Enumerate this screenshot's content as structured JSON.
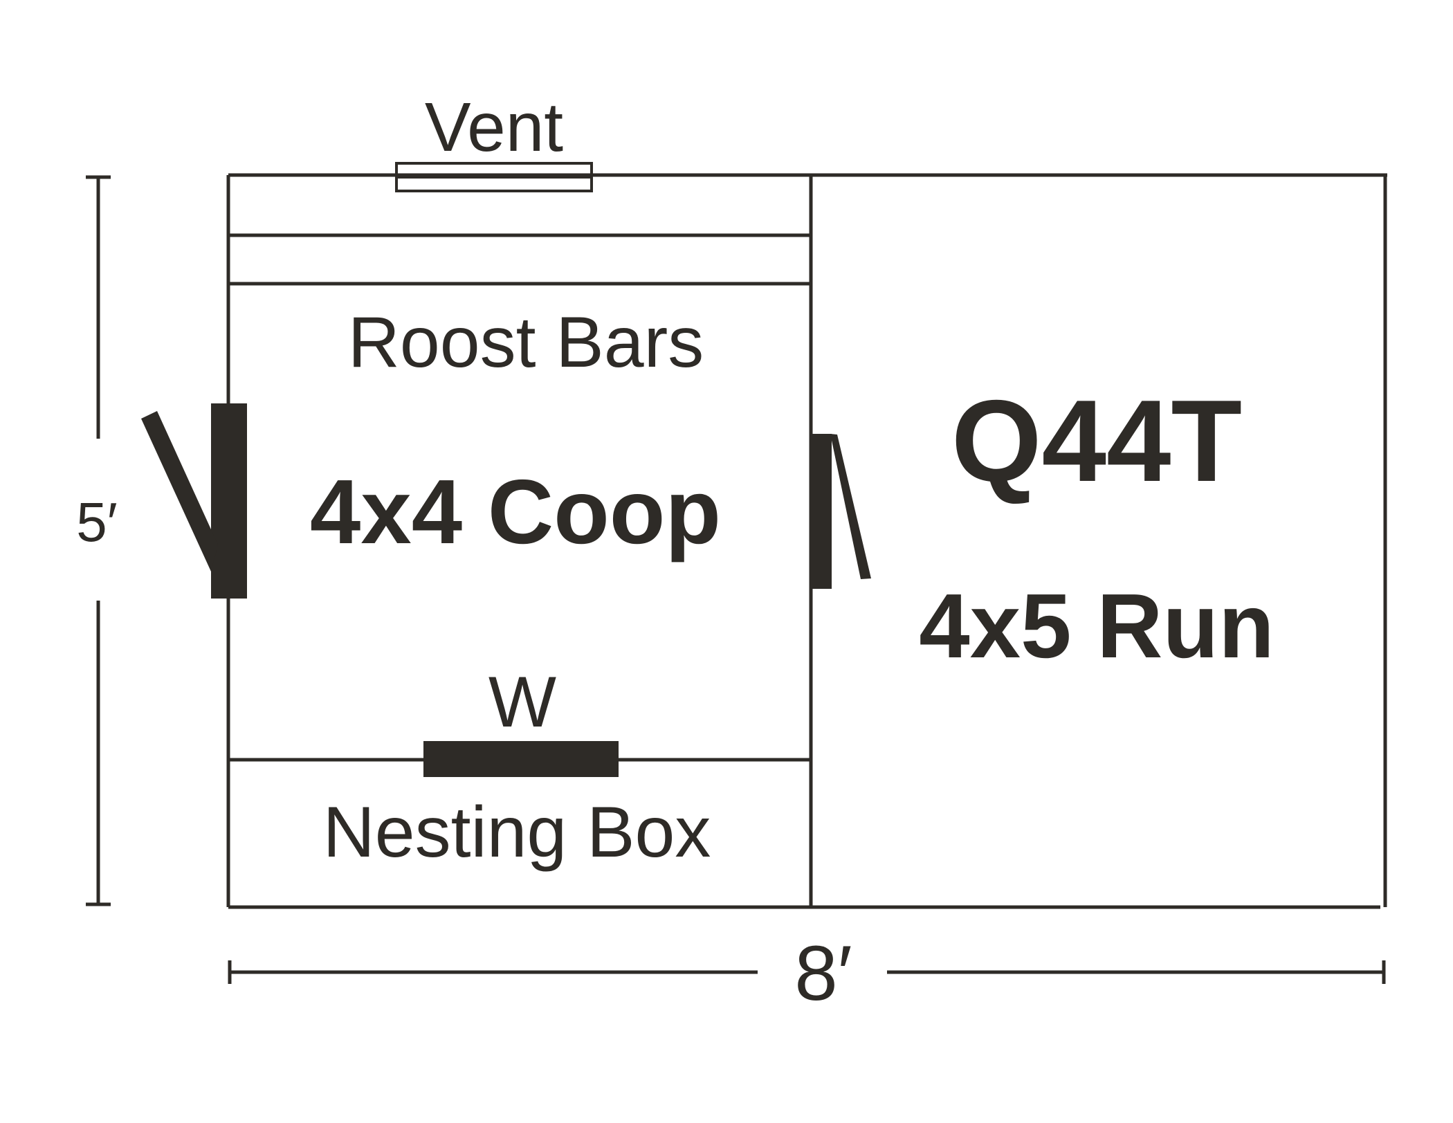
{
  "diagram": {
    "ink_color": "#2e2b27",
    "background_color": "#ffffff",
    "model": "Q44T",
    "coop_label": "4x4 Coop",
    "run_label": "4x5 Run",
    "roost_label": "Roost Bars",
    "vent_label": "Vent",
    "window_label": "W",
    "nesting_label": "Nesting Box",
    "height_dimension": "5′",
    "width_dimension": "8′"
  }
}
